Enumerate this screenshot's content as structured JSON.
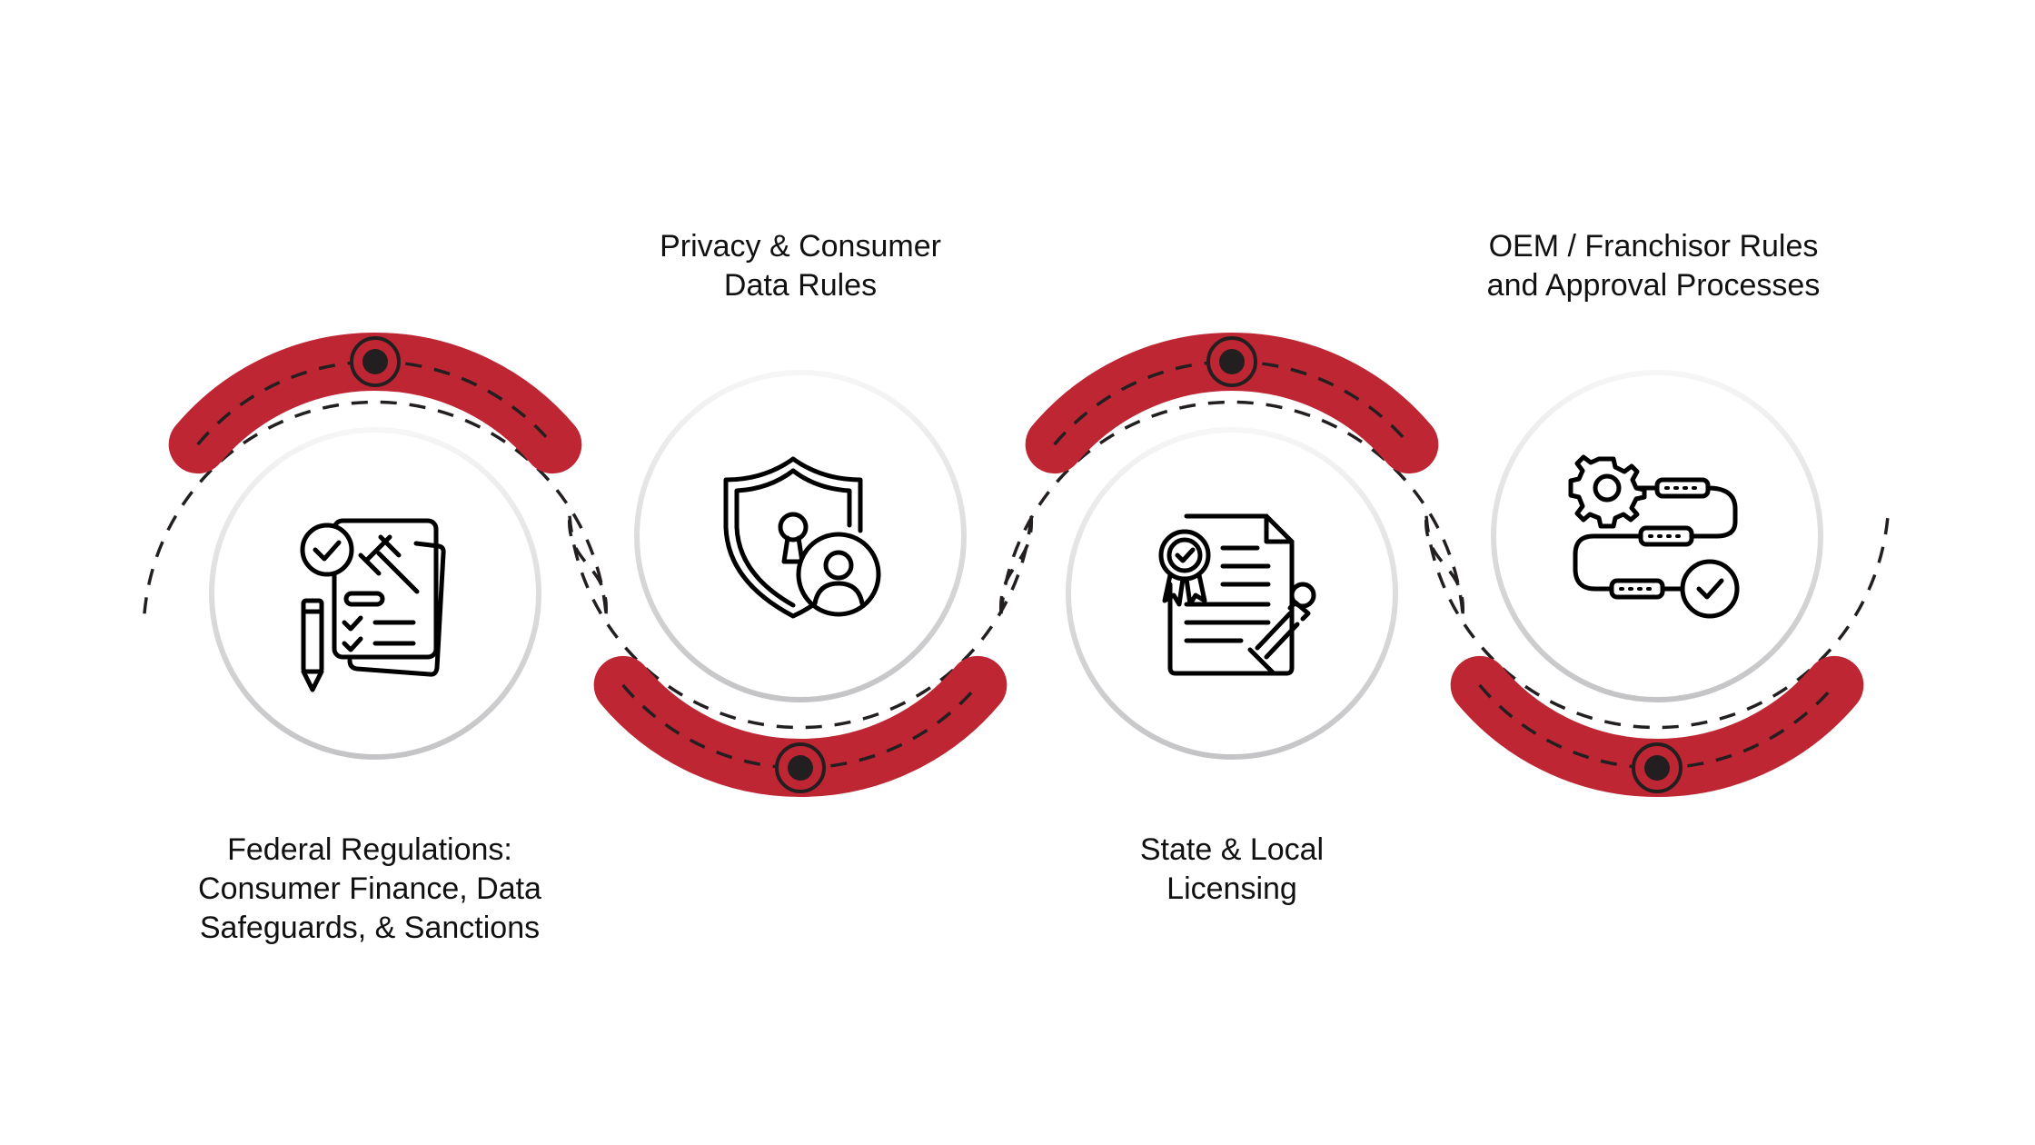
{
  "steps": [
    {
      "title_lines": [
        "Federal Regulations:",
        "Consumer Finance, Data",
        "Safeguards, & Sanctions"
      ],
      "icon": "legal-document-gavel-icon"
    },
    {
      "title_lines": [
        "Privacy & Consumer",
        "Data Rules"
      ],
      "icon": "shield-keyhole-user-icon"
    },
    {
      "title_lines": [
        "State & Local",
        "Licensing"
      ],
      "icon": "certificate-stamp-icon"
    },
    {
      "title_lines": [
        "OEM / Franchisor Rules",
        "and Approval Processes"
      ],
      "icon": "gear-workflow-check-icon"
    }
  ],
  "colors": {
    "accent": "#BE2633",
    "ink": "#231F20",
    "ring": "#C8C8CA"
  }
}
